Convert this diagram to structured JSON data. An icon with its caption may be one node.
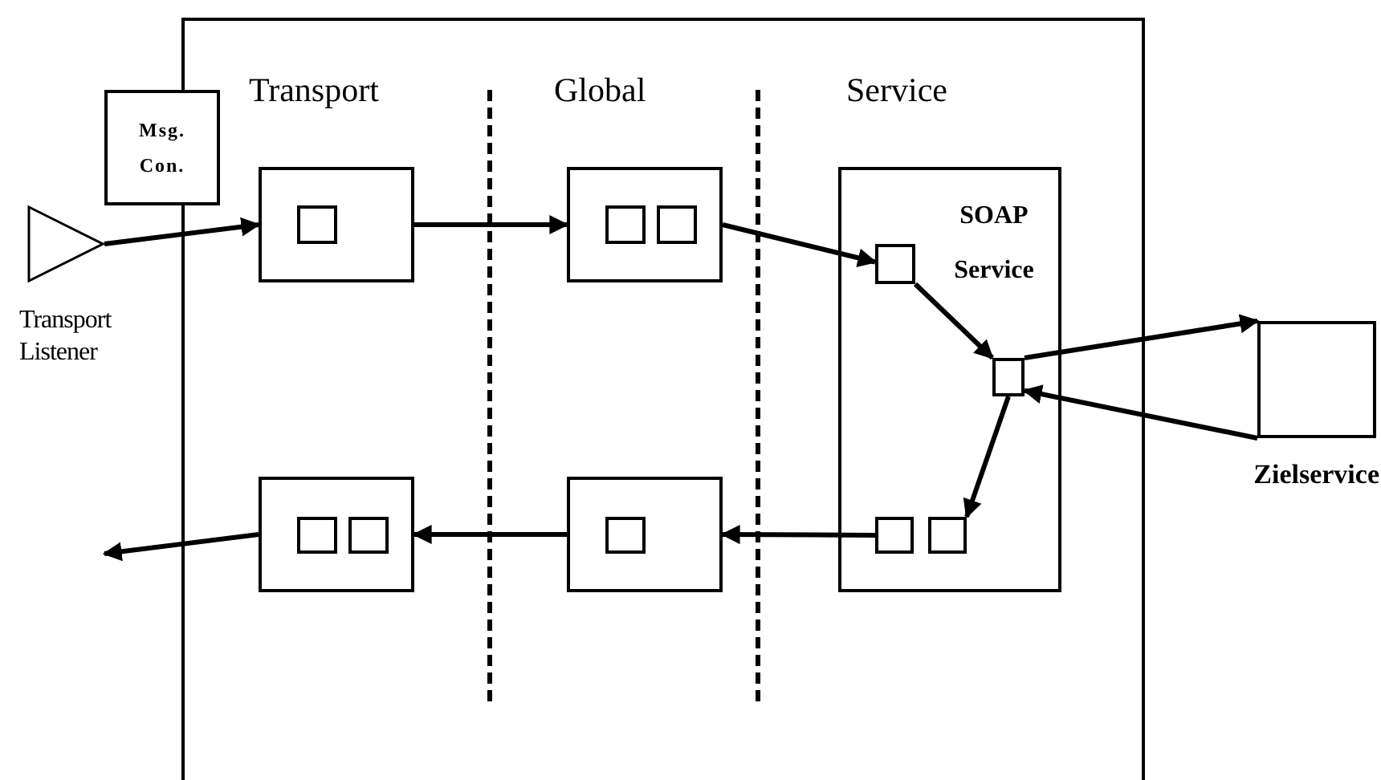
{
  "diagram": {
    "nodes": [
      {
        "text": [],
        "shape": "box"
      },
      {
        "text": [
          "Msg. Con."
        ]
      },
      {
        "text": [],
        "shape": "triangle",
        "beside": [
          "Transport Listener"
        ]
      },
      {
        "text": [],
        "shape": "box",
        "in": 0
      },
      {
        "text": [],
        "shape": "box",
        "in": 3
      },
      {
        "text": [],
        "shape": "box",
        "in": 0
      },
      {
        "text": [],
        "shape": "box",
        "in": 5
      },
      {
        "text": [],
        "shape": "box",
        "in": 5
      },
      {
        "text": [
          "SOAP Service"
        ],
        "in": 0
      },
      {
        "text": [],
        "shape": "box",
        "in": 8
      },
      {
        "text": [],
        "shape": "box",
        "in": 8
      },
      {
        "text": [],
        "shape": "box",
        "in": 8
      },
      {
        "text": [],
        "shape": "box",
        "in": 8
      },
      {
        "text": [
          "Zielservice"
        ]
      },
      {
        "text": [],
        "shape": "box",
        "in": 0
      },
      {
        "text": [],
        "shape": "box",
        "in": 14
      },
      {
        "text": [],
        "shape": "box",
        "in": 0
      },
      {
        "text": [],
        "shape": "box",
        "in": 16
      },
      {
        "text": [],
        "shape": "box",
        "in": 16
      }
    ],
    "edges": [
      {
        "from": 2,
        "to": 3,
        "arrow": "to"
      },
      {
        "from": 3,
        "to": 5,
        "arrow": "to"
      },
      {
        "from": 5,
        "to": 9,
        "arrow": "to"
      },
      {
        "from": 9,
        "to": 10,
        "arrow": "to"
      },
      {
        "from": 10,
        "to": 13,
        "arrow": "to"
      },
      {
        "from": 13,
        "to": 10,
        "arrow": "to"
      },
      {
        "from": 10,
        "to": 12,
        "arrow": "to"
      },
      {
        "from": 11,
        "to": 14,
        "arrow": "to"
      },
      {
        "from": 14,
        "to": 16,
        "arrow": "to"
      },
      {
        "from": 16,
        "to": null,
        "arrow": "to"
      }
    ],
    "labels": [
      "Transport",
      "Global",
      "Service"
    ]
  }
}
